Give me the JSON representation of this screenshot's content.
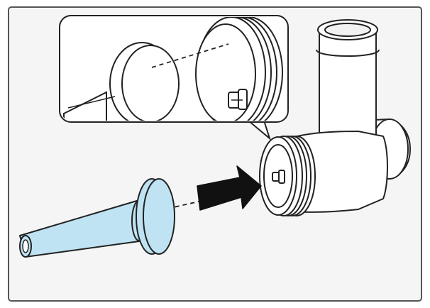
{
  "colors": {
    "frame_fill": "#f5f5f5",
    "frame_stroke": "#555555",
    "line": "#222222",
    "part_white": "#ffffff",
    "nozzle_fill": "#bfe3f2",
    "arrow_fill": "#111111"
  },
  "parts": [
    {
      "name": "sausage-stuffing-nozzle",
      "color_key": "nozzle_fill"
    },
    {
      "name": "meat-grinder-housing",
      "color_key": "part_white"
    },
    {
      "name": "attachment-direction-arrow",
      "color_key": "arrow_fill"
    }
  ],
  "callout": {
    "shows": "detail-of-nozzle-alignment-with-housing-outlet"
  }
}
